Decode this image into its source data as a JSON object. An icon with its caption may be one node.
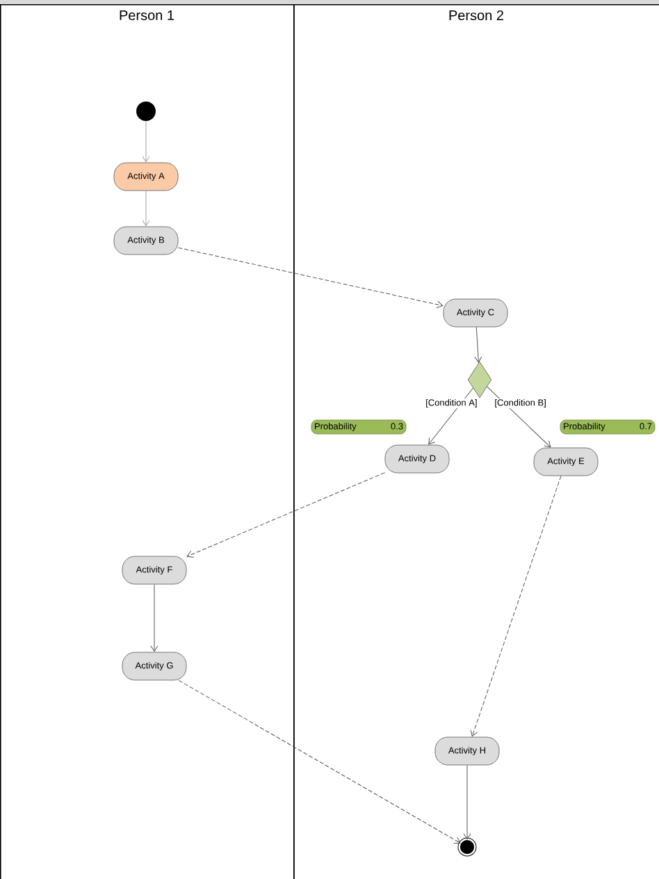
{
  "diagram": {
    "nodes": [
      {
        "text": [
          "Person 1"
        ]
      },
      {
        "text": [
          "Person 2"
        ]
      },
      {
        "text": [],
        "shape": "circle",
        "in": 0
      },
      {
        "text": [
          "Activity A"
        ],
        "in": 0
      },
      {
        "text": [
          "Activity B"
        ],
        "in": 0
      },
      {
        "text": [
          "Activity C"
        ],
        "in": 1
      },
      {
        "text": [],
        "shape": "diamond",
        "in": 1
      },
      {
        "text": [
          "Probability",
          "0.3"
        ],
        "in": 1
      },
      {
        "text": [
          "Activity D"
        ],
        "in": 1
      },
      {
        "text": [
          "Probability",
          "0.7"
        ],
        "in": 1
      },
      {
        "text": [
          "Activity E"
        ],
        "in": 1
      },
      {
        "text": [
          "Activity F"
        ],
        "in": 0
      },
      {
        "text": [
          "Activity G"
        ],
        "in": 0
      },
      {
        "text": [
          "Activity H"
        ],
        "in": 1
      },
      {
        "text": [],
        "shape": "circle",
        "in": 1
      }
    ],
    "edges": [
      {
        "from": 2,
        "to": 3,
        "arrow": "to",
        "color": "#a0a0a0"
      },
      {
        "from": 3,
        "to": 4,
        "arrow": "to",
        "color": "#a0a0a0"
      },
      {
        "from": 4,
        "to": 5,
        "arrow": "to",
        "style": "dashed"
      },
      {
        "from": 5,
        "to": 6,
        "arrow": "to"
      },
      {
        "from": 6,
        "to": 8,
        "arrow": "to",
        "label": "[Condition A]"
      },
      {
        "from": 6,
        "to": 10,
        "arrow": "to",
        "label": "[Condition B]"
      },
      {
        "from": 8,
        "to": 11,
        "arrow": "to",
        "style": "dashed"
      },
      {
        "from": 10,
        "to": 13,
        "arrow": "to",
        "style": "dashed"
      },
      {
        "from": 11,
        "to": 12,
        "arrow": "to"
      },
      {
        "from": 12,
        "to": 14,
        "arrow": "to",
        "style": "dashed"
      },
      {
        "from": 13,
        "to": 14,
        "arrow": "to"
      }
    ]
  }
}
